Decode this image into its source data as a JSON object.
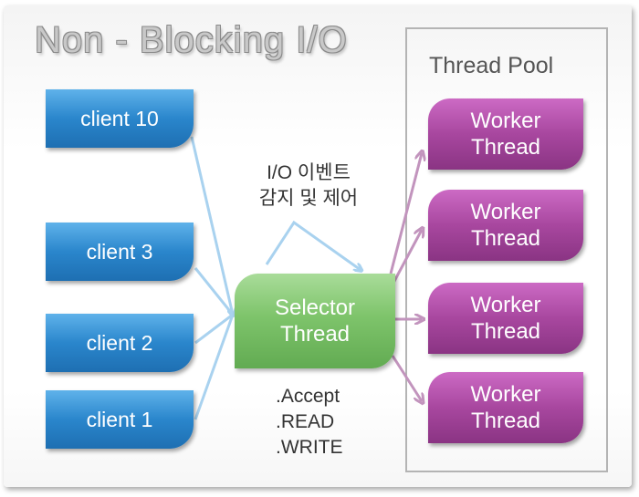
{
  "title": "Non - Blocking I/O",
  "thread_pool": {
    "label": "Thread Pool"
  },
  "clients": [
    {
      "label": "client 10"
    },
    {
      "label": "client 3"
    },
    {
      "label": "client 2"
    },
    {
      "label": "client 1"
    }
  ],
  "selector": {
    "line1": "Selector",
    "line2": "Thread"
  },
  "io_event": {
    "line1": "I/O 이벤트",
    "line2": "감지 및 제어"
  },
  "operations": [
    ".Accept",
    ".READ",
    ".WRITE"
  ],
  "workers": [
    {
      "line1": "Worker",
      "line2": "Thread"
    },
    {
      "line1": "Worker",
      "line2": "Thread"
    },
    {
      "line1": "Worker",
      "line2": "Thread"
    },
    {
      "line1": "Worker",
      "line2": "Thread"
    }
  ],
  "colors": {
    "client": "#2a86cc",
    "selector": "#7ec46b",
    "worker": "#a8479f",
    "client_arrow": "#a9d2ef",
    "worker_arrow": "#c294bd"
  }
}
